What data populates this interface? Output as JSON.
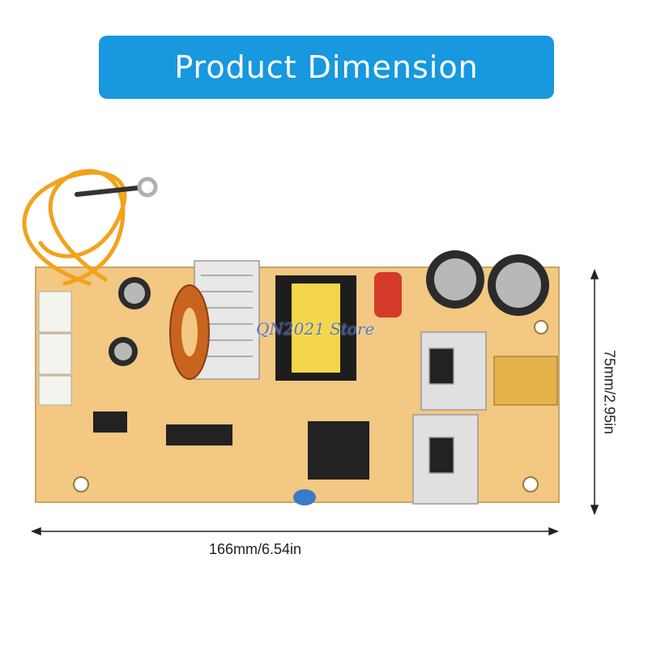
{
  "banner": {
    "title": "Product Dimension",
    "color": "#1798df"
  },
  "dimensions": {
    "width_label": "166mm/6.54in",
    "height_label": "75mm/2.95in"
  },
  "watermark": {
    "text": "QN2021 Store"
  },
  "board": {
    "pcb_color": "#f2c882",
    "wire_color": "#f2a21c"
  }
}
